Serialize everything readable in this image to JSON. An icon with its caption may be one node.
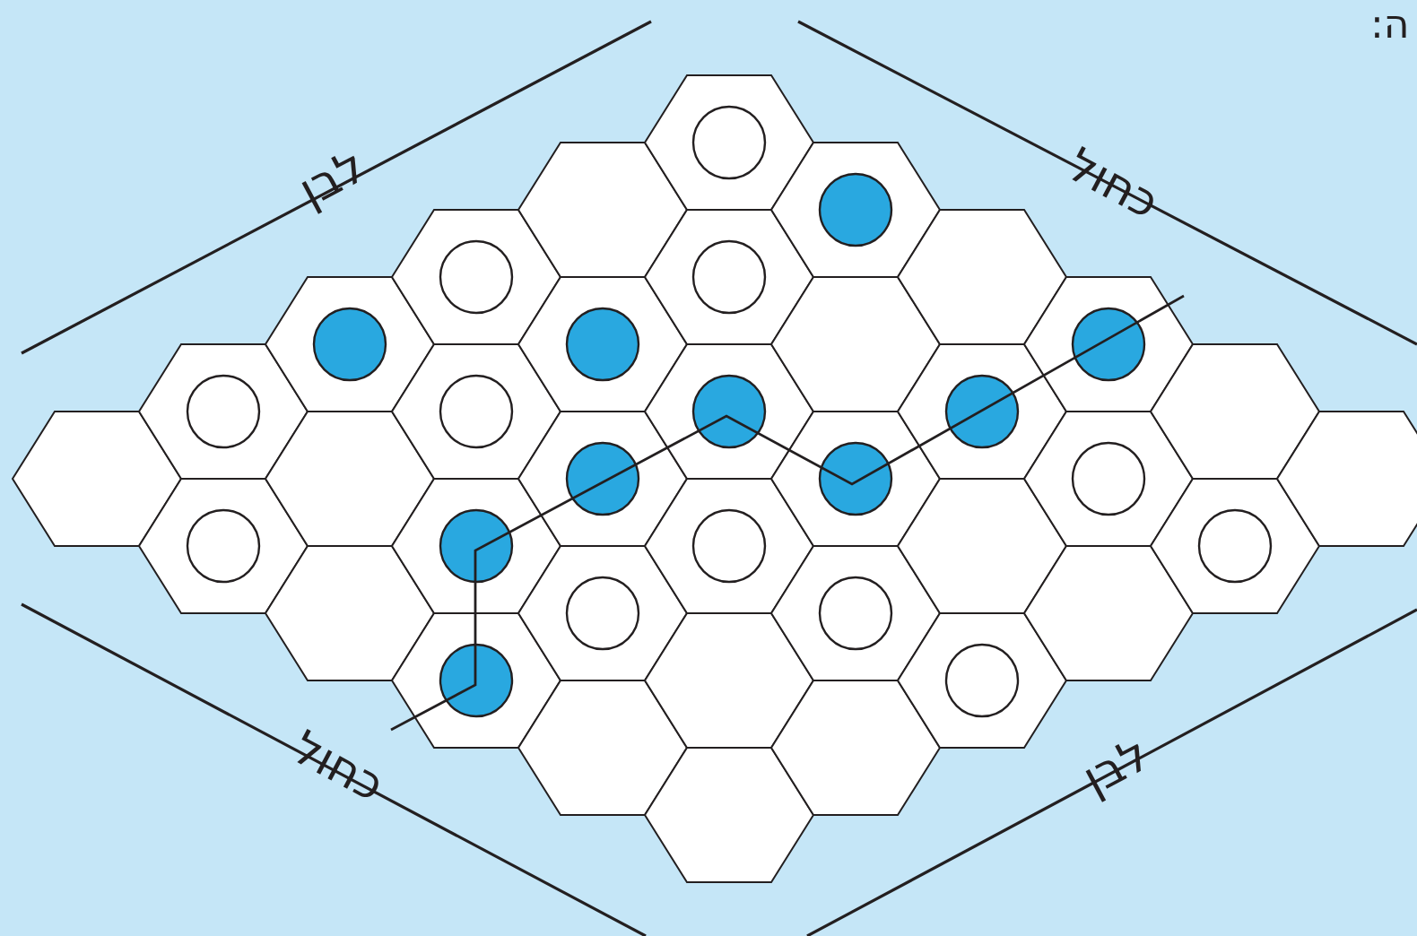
{
  "diagram": {
    "labels": [
      "ה:",
      "לבן",
      "כחול",
      "כחול",
      "לבן"
    ]
  }
}
